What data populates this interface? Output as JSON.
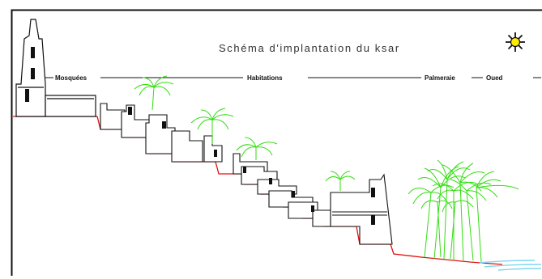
{
  "diagram": {
    "title": "Schéma d'implantation du ksar",
    "zones": {
      "mosques": "Mosquées",
      "dwellings": "Habitations",
      "palm_grove": "Palmeraie",
      "wadi": "Oued"
    }
  },
  "colors": {
    "outline": "#111111",
    "terrain": "#e01010",
    "palm": "#33dd11",
    "sun_fill": "#ffea00",
    "water": "#7fd6ee"
  },
  "icons": [
    "sun-icon",
    "palm-tree-icon"
  ]
}
